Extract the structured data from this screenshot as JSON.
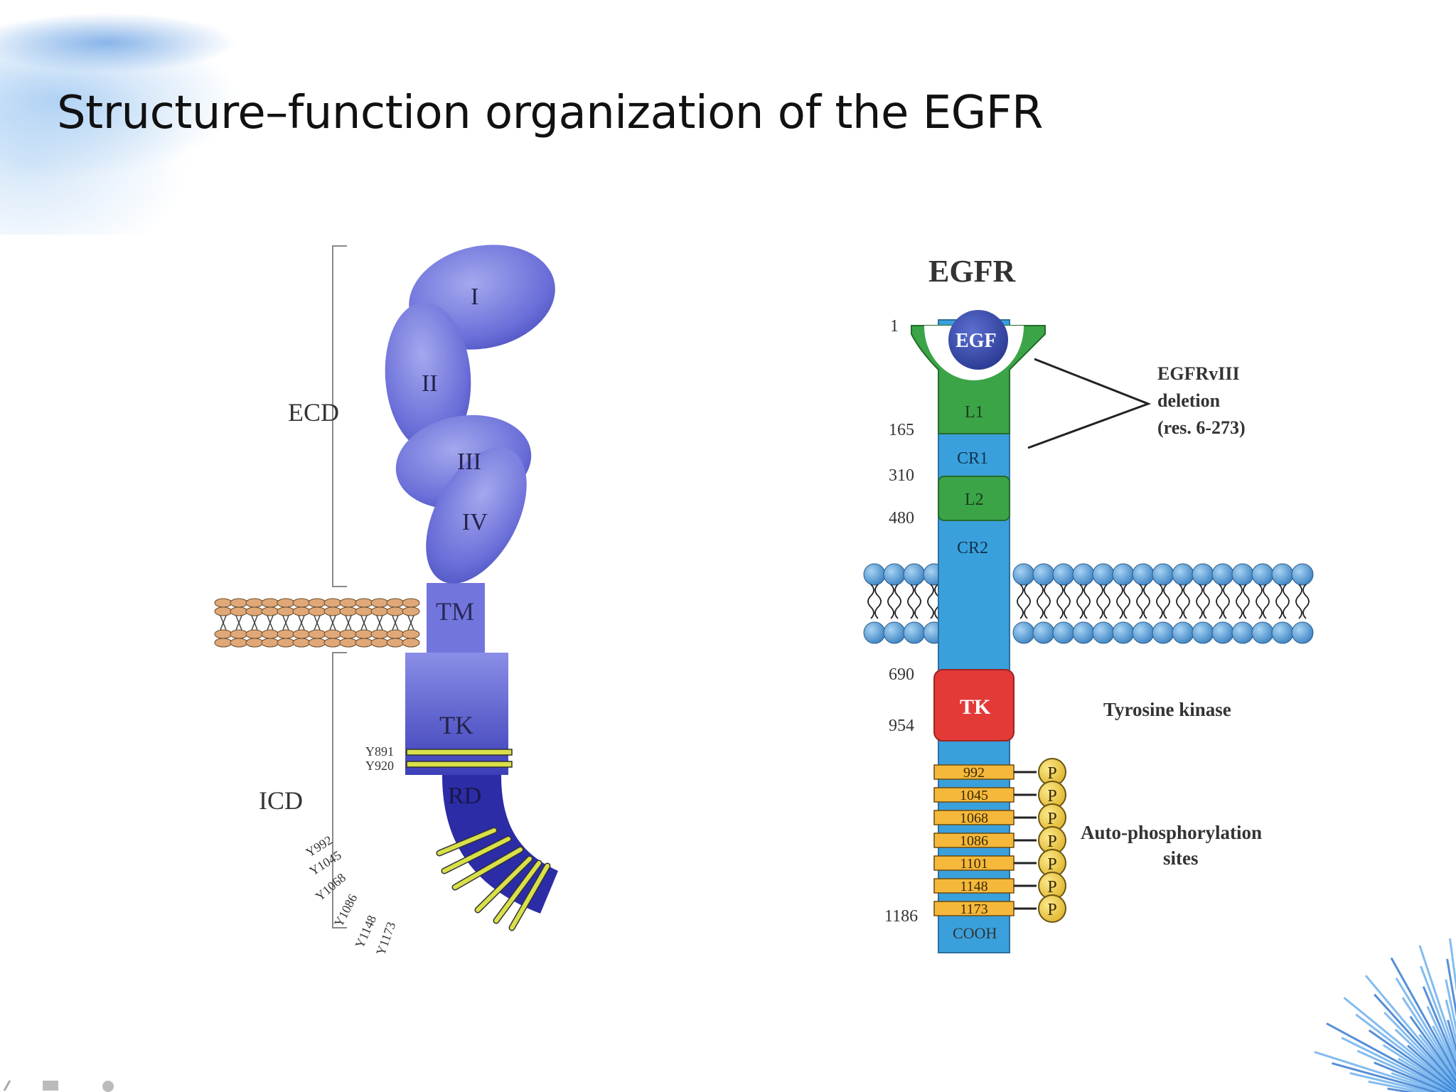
{
  "slide": {
    "title": "Structure–function organization of the EGFR"
  },
  "left_diagram": {
    "domains": [
      "I",
      "II",
      "III",
      "IV"
    ],
    "tm_label": "TM",
    "tk_label": "TK",
    "rd_label": "RD",
    "ecd_label": "ECD",
    "icd_label": "ICD",
    "tk_sites": [
      "Y891",
      "Y920"
    ],
    "rd_sites": [
      "Y992",
      "Y1045",
      "Y1068",
      "Y1086",
      "Y1148",
      "Y1173"
    ],
    "colors": {
      "domain": "#6b6fd9",
      "rd": "#2b2ba3",
      "lipid_head": "#e0a878",
      "site_bar": "#d9e04a"
    }
  },
  "right_diagram": {
    "title": "EGFR",
    "ligand_label": "EGF",
    "segments": [
      "L1",
      "CR1",
      "L2",
      "CR2",
      "TK"
    ],
    "residues": [
      "1",
      "165",
      "310",
      "480",
      "690",
      "954",
      "1186"
    ],
    "cterm_label": "COOH",
    "deletion_note": [
      "EGFRvIII",
      "deletion",
      "(res. 6-273)"
    ],
    "tk_note": "Tyrosine kinase",
    "autophos_note": [
      "Auto-phosphorylation",
      "sites"
    ],
    "phospho_sites": [
      "992",
      "1045",
      "1068",
      "1086",
      "1101",
      "1148",
      "1173"
    ],
    "phospho_label": "P",
    "colors": {
      "membrane_blue": "#5aa6e0",
      "stalk": "#3aa0dc",
      "ligand_domain": "#3aa447",
      "ligand": "#3d4fae",
      "tk": "#e33a38",
      "site_bar": "#f5b83a",
      "phospho": "#f3d24a"
    }
  }
}
